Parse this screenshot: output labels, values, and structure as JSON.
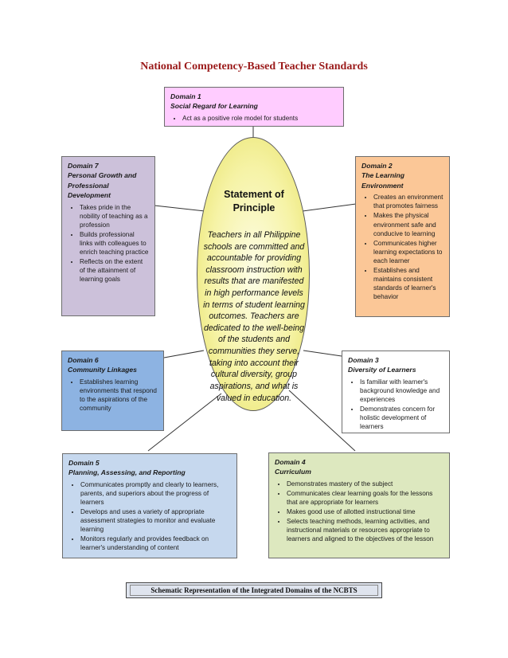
{
  "title": "National Competency-Based Teacher Standards",
  "colors": {
    "title": "#9b1b1b",
    "domain1": "#ffccff",
    "domain2": "#fbc797",
    "domain3": "#ffffff",
    "domain4": "#dde8bf",
    "domain5": "#c6d8ee",
    "domain6": "#8db3e2",
    "domain7": "#ccc1da",
    "principle": "#f6f3a6"
  },
  "principle": {
    "title": "Statement of Principle",
    "body": "Teachers in all Philippine schools are committed and accountable for providing classroom instruction with results that are manifested in high performance levels in terms of student learning outcomes. Teachers are dedicated to the well-being of the students and communities they serve, taking into account their cultural diversity, group aspirations, and what is valued in education."
  },
  "domains": {
    "d1": {
      "number": "Domain 1",
      "name": "Social Regard for Learning",
      "items": [
        "Act as a positive role model for students"
      ]
    },
    "d2": {
      "number": "Domain 2",
      "name": "The Learning Environment",
      "items": [
        "Creates an environment that promotes fairness",
        "Makes the physical environment safe and conducive to learning",
        "Communicates higher learning expectations to each learner",
        "Establishes and maintains consistent standards of learner's behavior"
      ]
    },
    "d3": {
      "number": "Domain 3",
      "name": "Diversity of Learners",
      "items": [
        "Is familiar with learner's background knowledge and experiences",
        "Demonstrates concern for holistic development of learners"
      ]
    },
    "d4": {
      "number": "Domain 4",
      "name": "Curriculum",
      "items": [
        "Demonstrates mastery of the subject",
        "Communicates clear learning goals for the lessons that are appropriate for learners",
        "Makes good use of allotted instructional time",
        "Selects teaching methods, learning activities, and instructional materials or resources appropriate to learners and aligned to the objectives of the lesson"
      ]
    },
    "d5": {
      "number": "Domain 5",
      "name": "Planning, Assessing, and Reporting",
      "items": [
        "Communicates promptly and clearly to learners, parents, and superiors about the progress of learners",
        "Develops and uses a variety of appropriate assessment strategies to monitor and evaluate learning",
        "Monitors regularly and provides feedback on learner's understanding of content"
      ]
    },
    "d6": {
      "number": "Domain 6",
      "name": "Community Linkages",
      "items": [
        "Establishes learning environments that respond to the aspirations of the community"
      ]
    },
    "d7": {
      "number": "Domain 7",
      "name": "Personal Growth and Professional Development",
      "items": [
        "Takes pride in the nobility of teaching as a profession",
        "Builds professional links with colleagues to enrich teaching practice",
        "Reflects on the extent of the attainment of learning goals"
      ]
    }
  },
  "caption": "Schematic Representation of the Integrated Domains of the NCBTS"
}
